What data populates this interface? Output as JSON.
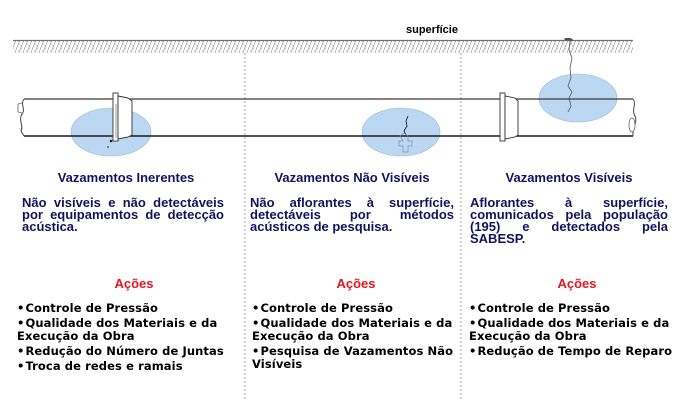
{
  "diagram": {
    "surface_label": "superfície",
    "colors": {
      "title_text": "#12125e",
      "actions_heading": "#e8141c",
      "actions_text": "#000000",
      "leak_zone_fill": "#bcd7f2",
      "divider": "#8a8a8a"
    },
    "columns": [
      {
        "title": "Vazamentos Inerentes",
        "description": "Não visíveis e não detectáveis por equipamentos de detecção acústica.",
        "actions_heading": "Ações",
        "actions": [
          "Controle de Pressão",
          "Qualidade dos Materiais e da Execução da Obra",
          "Redução do Número de Juntas",
          "Troca de redes e ramais"
        ]
      },
      {
        "title": "Vazamentos Não Visíveis",
        "description": "Não aflorantes à superfície, detectáveis por métodos acústicos de pesquisa.",
        "actions_heading": "Ações",
        "actions": [
          "Controle de Pressão",
          "Qualidade dos Materiais e da Execução da Obra",
          "Pesquisa de Vazamentos Não Visíveis"
        ]
      },
      {
        "title": "Vazamentos Visíveis",
        "description": "Aflorantes à superfície, comunicados pela população (195) e detectados pela SABESP.",
        "actions_heading": "Ações",
        "actions": [
          "Controle de Pressão",
          "Qualidade dos Materiais e da Execução da Obra",
          "Redução de Tempo de Reparo"
        ]
      }
    ]
  }
}
